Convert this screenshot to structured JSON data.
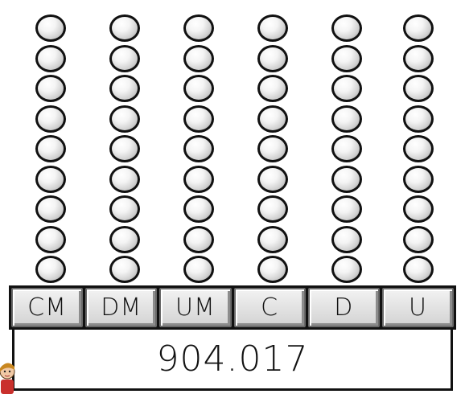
{
  "columns": [
    {
      "label": "CM",
      "beads": 9
    },
    {
      "label": "DM",
      "beads": 9
    },
    {
      "label": "UM",
      "beads": 9
    },
    {
      "label": "C",
      "beads": 9
    },
    {
      "label": "D",
      "beads": 9
    },
    {
      "label": "U",
      "beads": 9
    }
  ],
  "value": "904.017",
  "colors": {
    "bead_outline": "#111111",
    "key_face": "#e2e2e2",
    "background": "#ffffff"
  }
}
